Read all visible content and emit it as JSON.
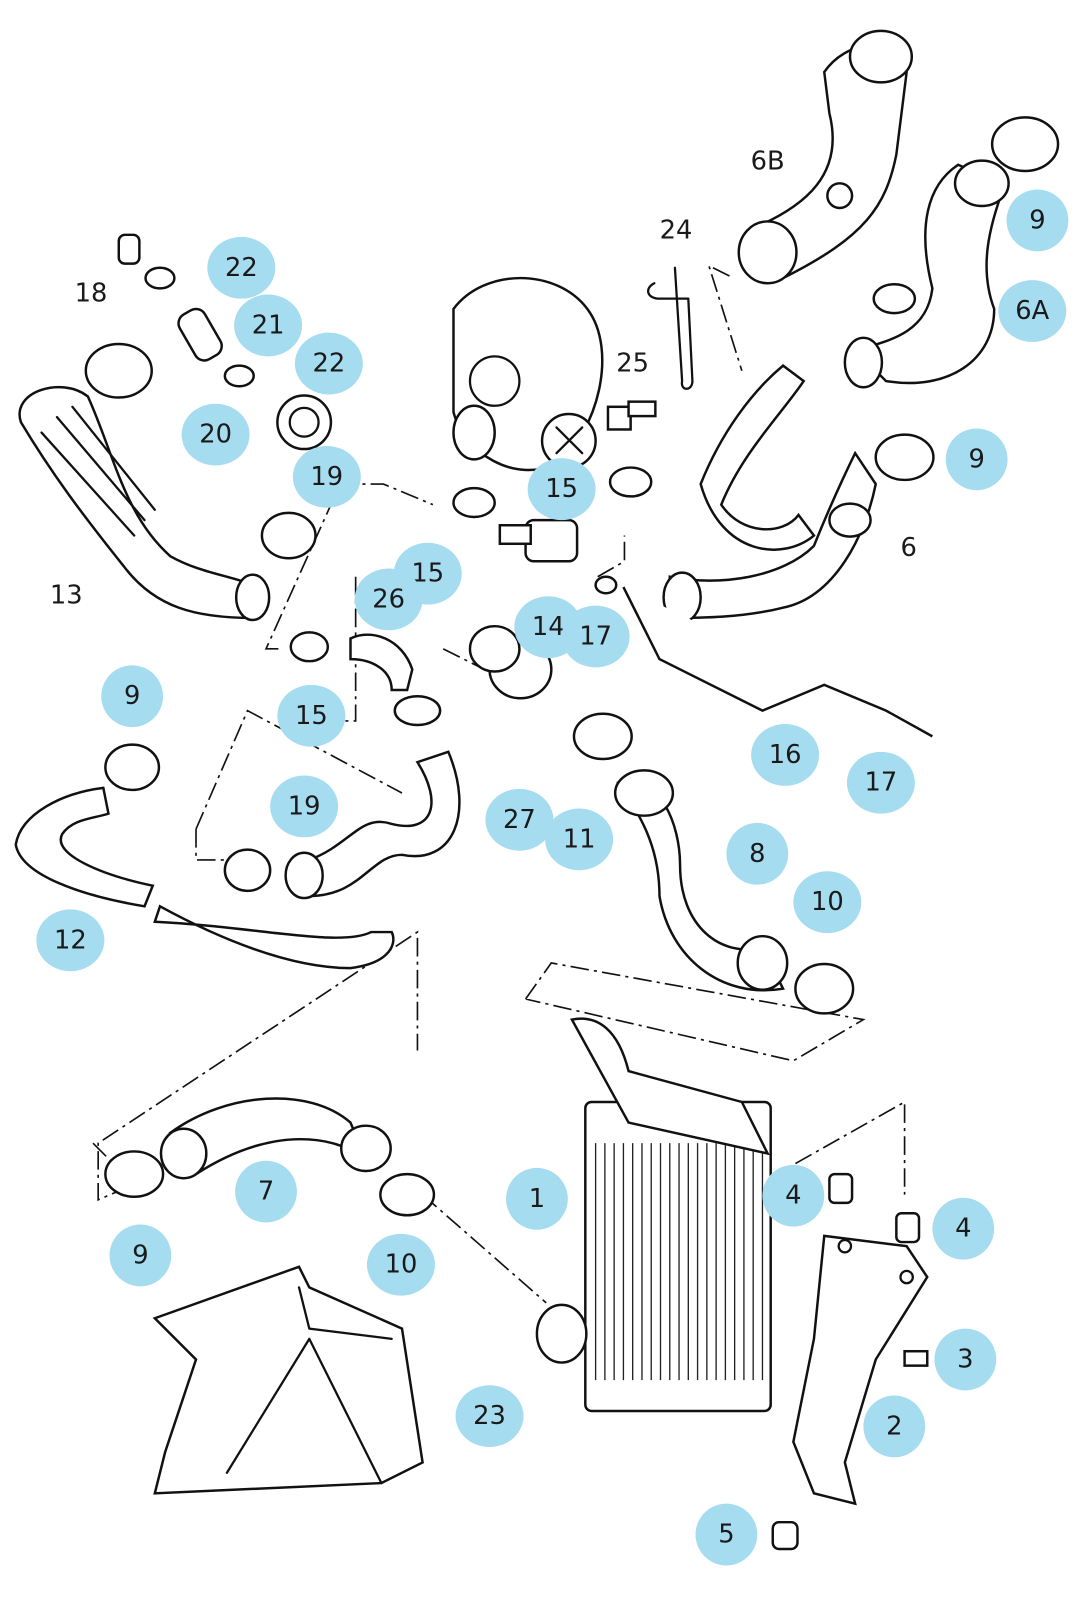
{
  "highlight_color": "#a6dcf0",
  "callouts": [
    {
      "text": "22",
      "highlighted": true
    },
    {
      "text": "21",
      "highlighted": true
    },
    {
      "text": "22",
      "highlighted": true
    },
    {
      "text": "18",
      "highlighted": false
    },
    {
      "text": "20",
      "highlighted": true
    },
    {
      "text": "19",
      "highlighted": true
    },
    {
      "text": "13",
      "highlighted": false
    },
    {
      "text": "24",
      "highlighted": false
    },
    {
      "text": "6B",
      "highlighted": false
    },
    {
      "text": "9",
      "highlighted": true
    },
    {
      "text": "6A",
      "highlighted": true
    },
    {
      "text": "25",
      "highlighted": false
    },
    {
      "text": "9",
      "highlighted": true
    },
    {
      "text": "15",
      "highlighted": true
    },
    {
      "text": "6",
      "highlighted": false
    },
    {
      "text": "15",
      "highlighted": true
    },
    {
      "text": "26",
      "highlighted": true
    },
    {
      "text": "14",
      "highlighted": true
    },
    {
      "text": "17",
      "highlighted": true
    },
    {
      "text": "9",
      "highlighted": true
    },
    {
      "text": "15",
      "highlighted": true
    },
    {
      "text": "16",
      "highlighted": true
    },
    {
      "text": "17",
      "highlighted": true
    },
    {
      "text": "19",
      "highlighted": true
    },
    {
      "text": "27",
      "highlighted": true
    },
    {
      "text": "11",
      "highlighted": true
    },
    {
      "text": "8",
      "highlighted": true
    },
    {
      "text": "10",
      "highlighted": true
    },
    {
      "text": "12",
      "highlighted": true
    },
    {
      "text": "7",
      "highlighted": true
    },
    {
      "text": "1",
      "highlighted": true
    },
    {
      "text": "4",
      "highlighted": true
    },
    {
      "text": "4",
      "highlighted": true
    },
    {
      "text": "9",
      "highlighted": true
    },
    {
      "text": "10",
      "highlighted": true
    },
    {
      "text": "3",
      "highlighted": true
    },
    {
      "text": "2",
      "highlighted": true
    },
    {
      "text": "23",
      "highlighted": true
    },
    {
      "text": "5",
      "highlighted": true
    }
  ]
}
